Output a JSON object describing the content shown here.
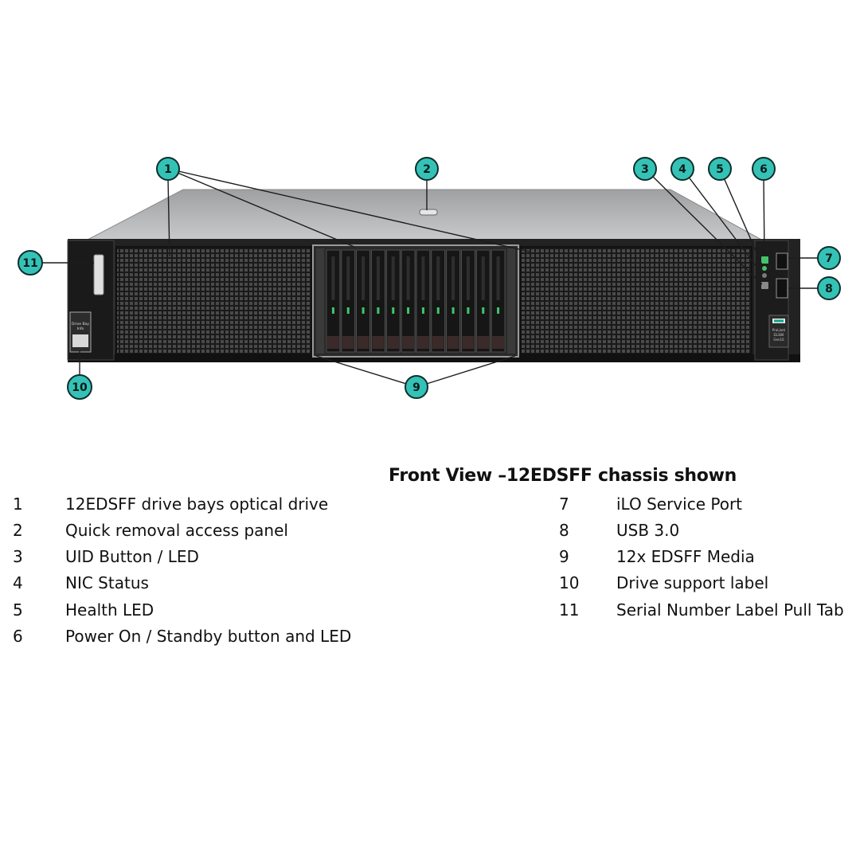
{
  "caption": "Front View –12EDSFF chassis shown",
  "colors": {
    "callout_fill": "#35c2b6",
    "chassis_top": "#b9babb",
    "bezel": "#1b1b1b",
    "led_green": "#43c46a"
  },
  "callouts": [
    {
      "id": "1"
    },
    {
      "id": "2"
    },
    {
      "id": "3"
    },
    {
      "id": "4"
    },
    {
      "id": "5"
    },
    {
      "id": "6"
    },
    {
      "id": "7"
    },
    {
      "id": "8"
    },
    {
      "id": "9"
    },
    {
      "id": "10"
    },
    {
      "id": "11"
    }
  ],
  "legend": {
    "left": [
      {
        "num": "1",
        "text": "12EDSFF drive bays optical drive"
      },
      {
        "num": "2",
        "text": "Quick removal access panel"
      },
      {
        "num": "3",
        "text": "UID Button / LED"
      },
      {
        "num": "4",
        "text": "NIC Status"
      },
      {
        "num": "5",
        "text": "Health LED"
      },
      {
        "num": "6",
        "text": "Power On / Standby button and LED"
      }
    ],
    "right": [
      {
        "num": "7",
        "text": "iLO Service Port"
      },
      {
        "num": "8",
        "text": "USB 3.0"
      },
      {
        "num": "9",
        "text": "12x EDSFF Media"
      },
      {
        "num": "10",
        "text": "Drive support label"
      },
      {
        "num": "11",
        "text": "Serial Number Label Pull Tab"
      }
    ]
  },
  "drive_bay_count": 12,
  "badge_text": {
    "tag_line1": "Drive Bay",
    "tag_line2": "Info",
    "model_line1": "ProLiant",
    "model_line2": "DL380",
    "model_line3": "Gen10"
  }
}
